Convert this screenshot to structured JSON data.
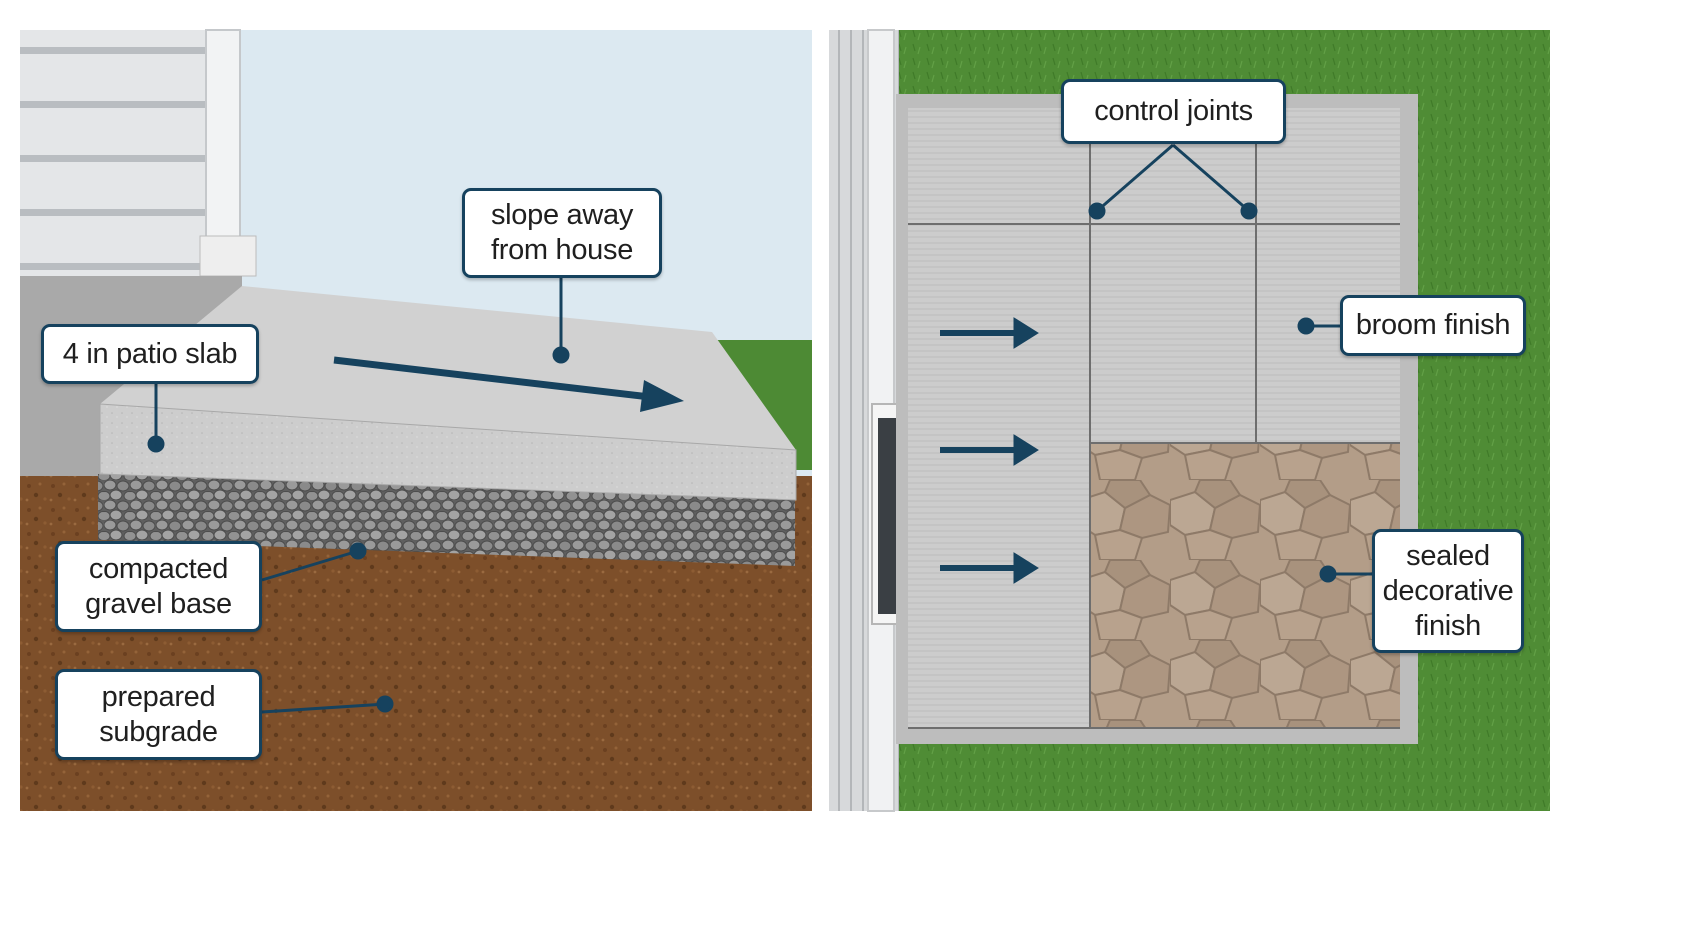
{
  "colors": {
    "callout_border": "#16425e",
    "arrow": "#16425e",
    "sky": "#dce9f1",
    "grass": "#4d8a34",
    "soil": "#7a4d28",
    "concrete": "#cfcfcf",
    "gravel": "#8c8c8c",
    "decorative_finish": "#b09a86"
  },
  "left_panel": {
    "labels": {
      "slab": "4 in patio slab",
      "slope": "slope away\nfrom house",
      "gravel": "compacted\ngravel base",
      "subgrade": "prepared\nsubgrade"
    }
  },
  "right_panel": {
    "labels": {
      "joints": "control joints",
      "broom": "broom finish",
      "sealed": "sealed\ndecorative\nfinish"
    }
  }
}
